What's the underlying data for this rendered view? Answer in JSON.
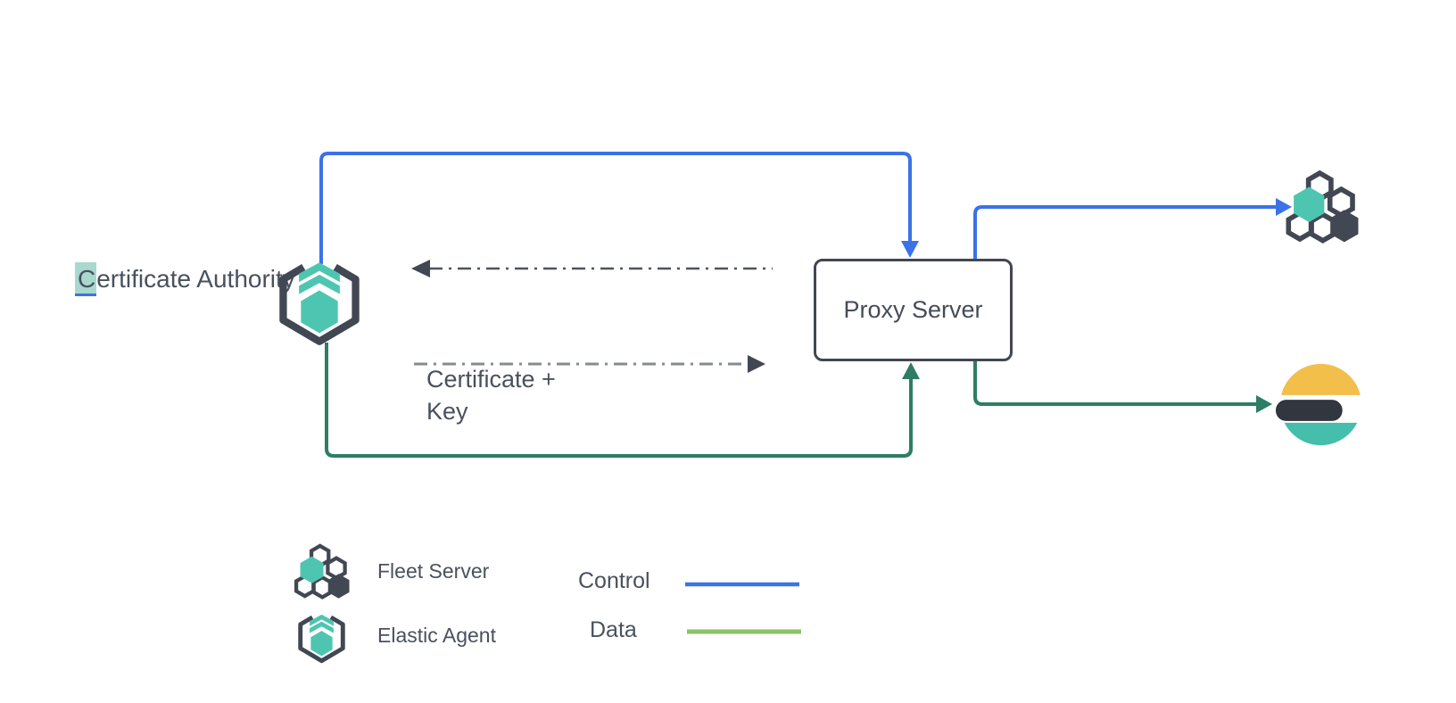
{
  "diagram": {
    "certificate_authority": {
      "highlight": "C",
      "rest": "ertificate Authority"
    },
    "proxy_server": "Proxy Server",
    "certificate_key": "Certificate +\nKey"
  },
  "legend": {
    "fleet_server": "Fleet Server",
    "elastic_agent": "Elastic Agent",
    "control": "Control",
    "data": "Data"
  },
  "icons": {
    "elastic_agent": "hexagon-bracket with teal chevrons and teal hexagon",
    "fleet_server": "hexagon cluster with teal and dark filled hexagons",
    "elasticsearch": "circle with yellow top, dark bar, teal bottom"
  },
  "colors": {
    "control_blue": "#3B72E8",
    "data_green": "#2E7D64",
    "legend_data_green": "#8BC366",
    "teal": "#4EC5B1",
    "slate": "#414753",
    "elasticsearch_yellow": "#F2BF4B",
    "elasticsearch_teal": "#45BEAB",
    "text": "#49515E",
    "selection_highlight": "#A9D8CF"
  }
}
